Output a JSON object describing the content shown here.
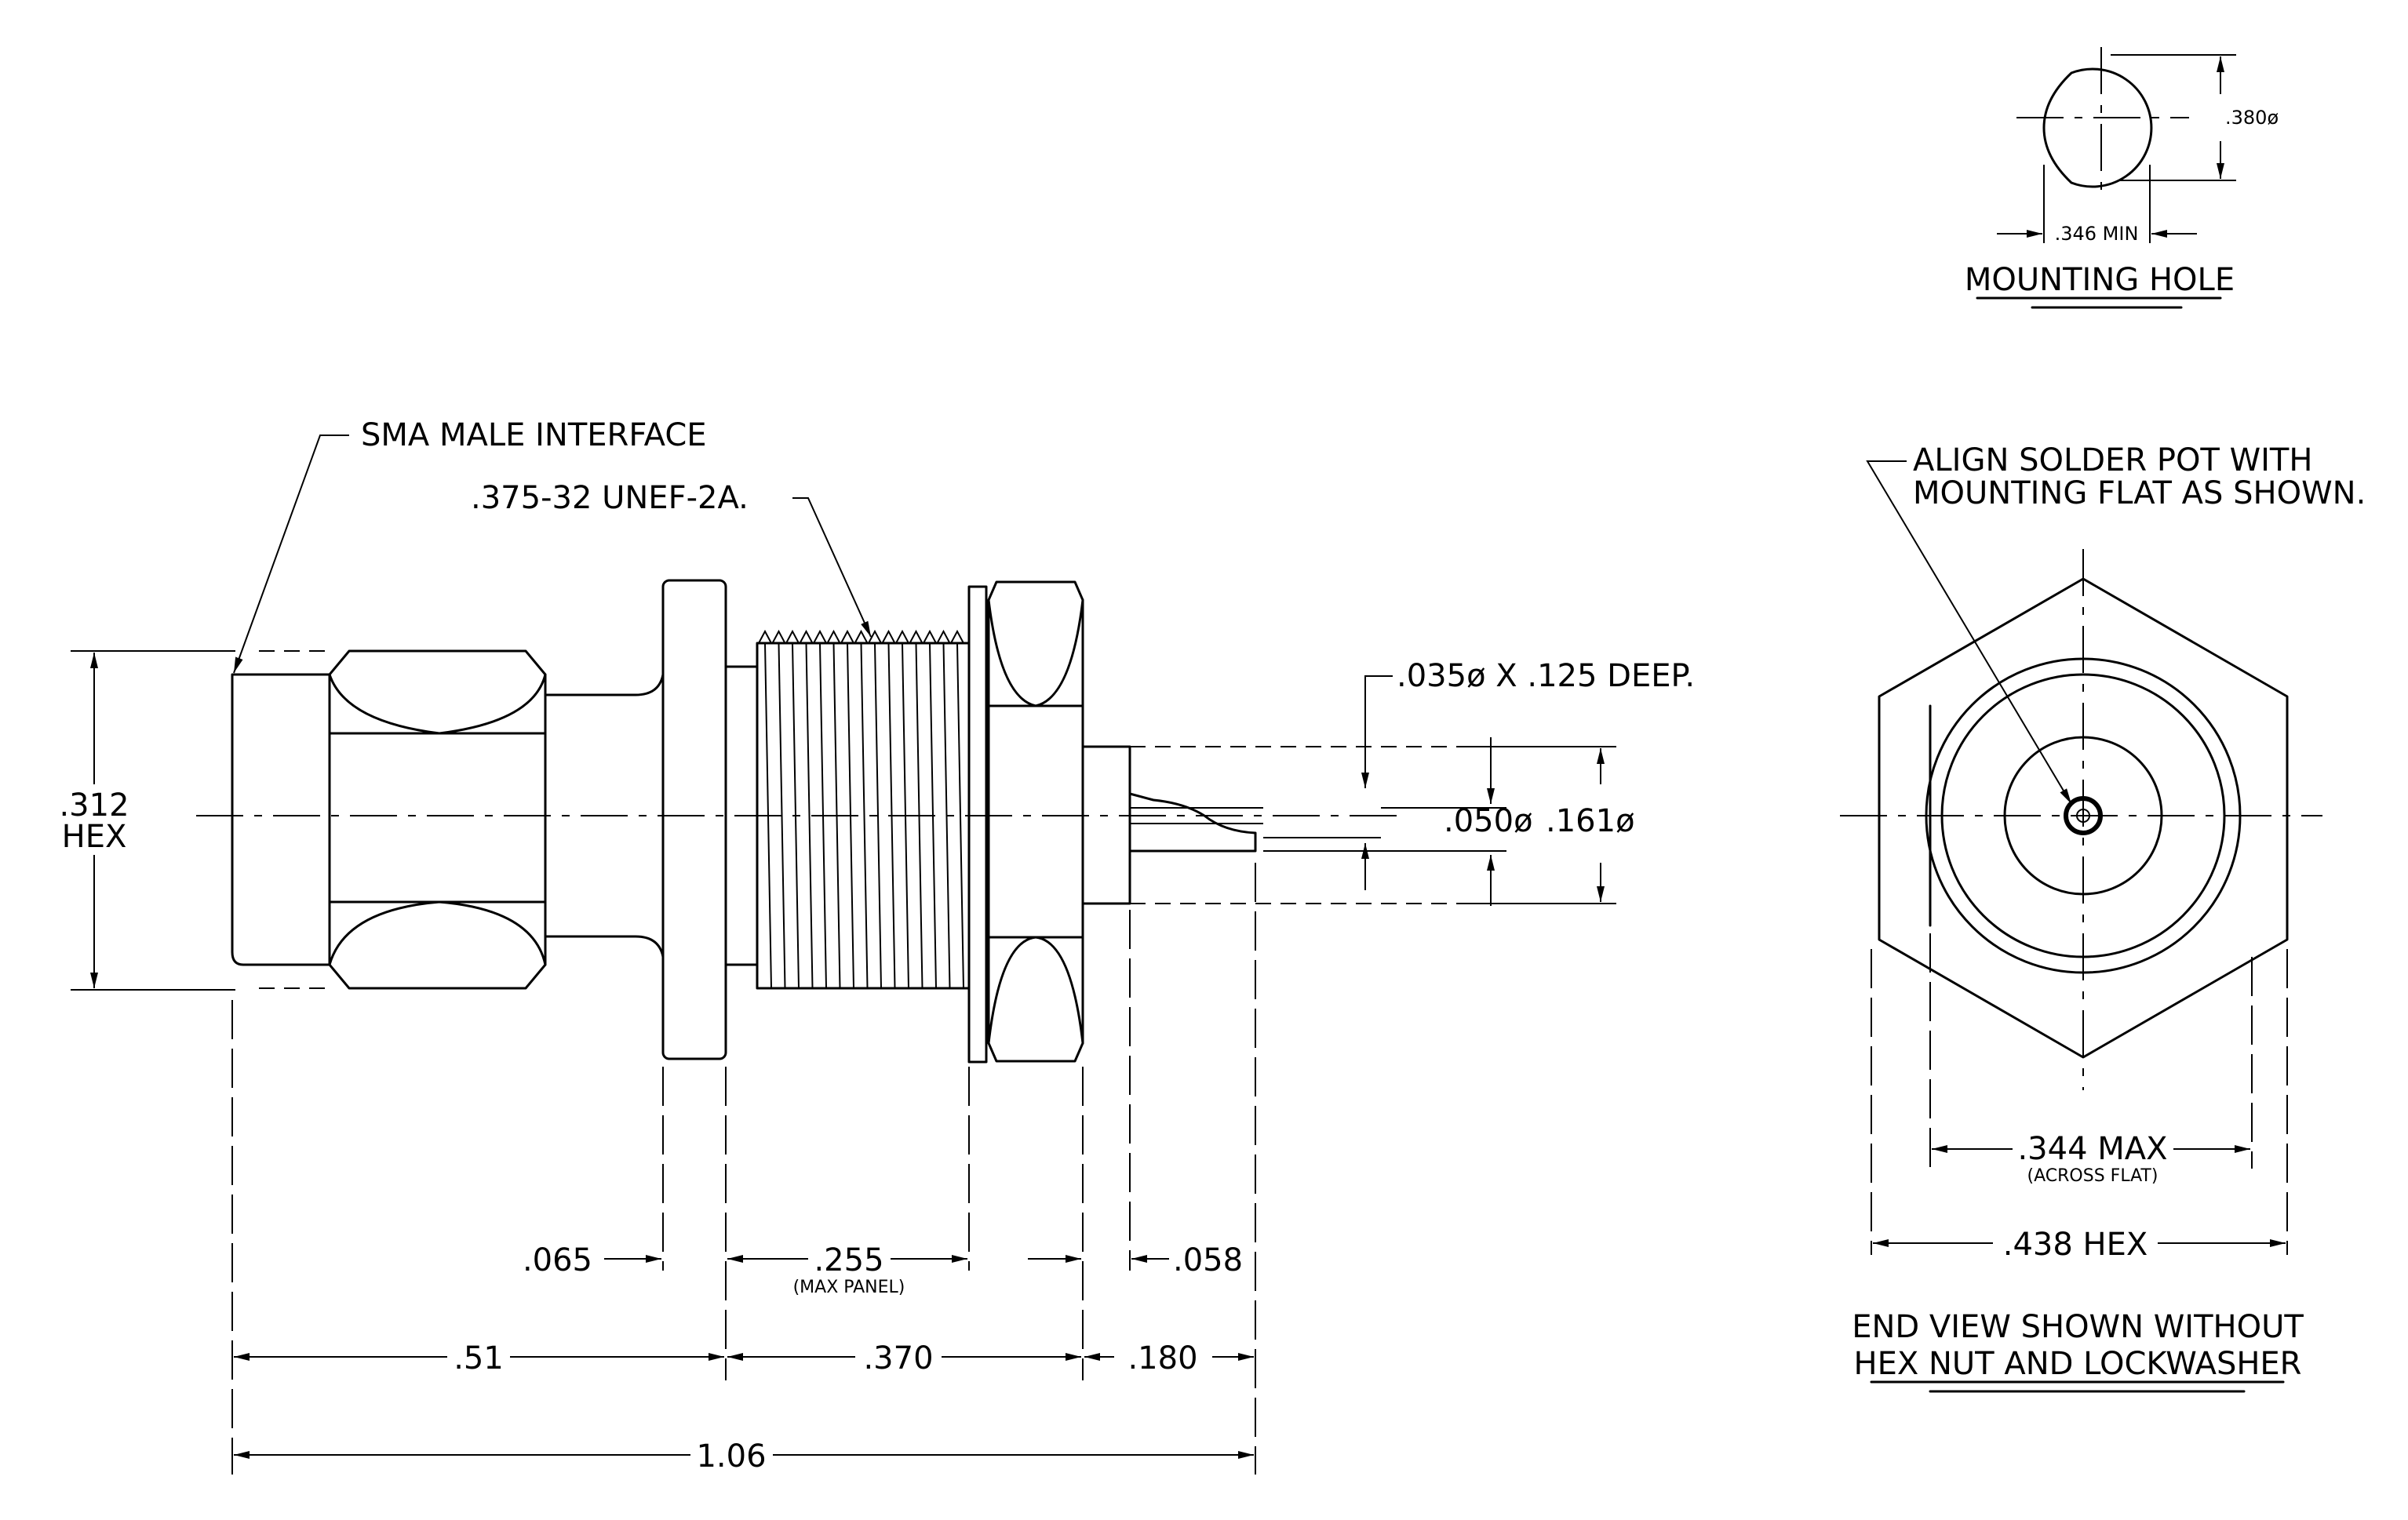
{
  "labels": {
    "sma_interface": "SMA MALE INTERFACE",
    "thread": ".375-32 UNEF-2A.",
    "hole_depth": ".035ø X .125 DEEP.",
    "dia_050": ".050ø",
    "dia_161": ".161ø",
    "hex_312_a": ".312",
    "hex_312_b": "HEX",
    "dim_065": ".065",
    "dim_255": ".255",
    "max_panel": "(MAX PANEL)",
    "dim_058": ".058",
    "dim_51": ".51",
    "dim_370": ".370",
    "dim_180": ".180",
    "dim_106": "1.06",
    "hole_380": ".380ø",
    "hole_346": ".346 MIN",
    "mounting_hole": "MOUNTING HOLE",
    "align_1": "ALIGN SOLDER POT WITH",
    "align_2": "MOUNTING FLAT AS SHOWN.",
    "dim_344": ".344 MAX",
    "across_flat": "(ACROSS FLAT)",
    "dim_438": ".438 HEX",
    "end_view_1": "END VIEW SHOWN WITHOUT",
    "end_view_2": "HEX NUT AND LOCKWASHER"
  }
}
